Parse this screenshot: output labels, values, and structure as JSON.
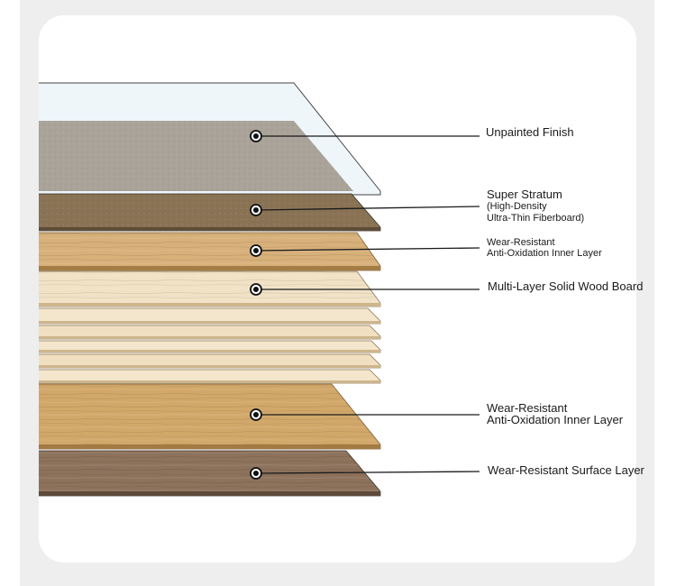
{
  "layers": [
    {
      "id": "unpainted-finish",
      "label_main": "Unpainted Finish",
      "label_sub": []
    },
    {
      "id": "super-stratum",
      "label_main": "Super Stratum",
      "label_sub": [
        "(High-Density",
        "Ultra-Thin Fiberboard)"
      ]
    },
    {
      "id": "wear-resistant-inner-top",
      "label_main": "Wear-Resistant",
      "label_sub": [
        "Anti-Oxidation Inner Layer"
      ]
    },
    {
      "id": "multi-layer-solid-wood",
      "label_main": "Multi-Layer Solid Wood Board",
      "label_sub": []
    },
    {
      "id": "wear-resistant-inner-bottom",
      "label_main": "Wear-Resistant",
      "label_sub": [
        "Anti-Oxidation Inner Layer"
      ]
    },
    {
      "id": "wear-resistant-surface",
      "label_main": "Wear-Resistant Surface Layer",
      "label_sub": []
    }
  ],
  "colors": {
    "background": "#eeeeee",
    "card": "#ffffff",
    "glass": "#eef6fa",
    "unpainted": "#aaa399",
    "fiberboard": "#8a7355",
    "light_oak": "#d7b07a",
    "pale_wood": "#f1e2c6",
    "oak": "#d2a86a",
    "walnut": "#8d725c",
    "ink": "#1a1a1a"
  }
}
